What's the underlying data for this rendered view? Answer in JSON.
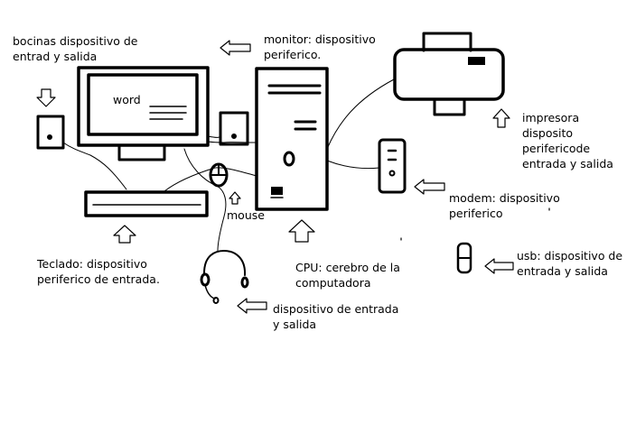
{
  "labels": {
    "bocinas": "bocinas dispositivo de\nentrad y salida",
    "monitor": "monitor: dispositivo\nperiferico.",
    "word": "word",
    "impresora": "impresora\ndisposito\nperifericode\nentrada y salida",
    "modem": "modem: dispositivo\nperiferico",
    "mouse": "mouse",
    "teclado": "Teclado: dispositivo\nperiferico de entrada.",
    "cpu": "CPU: cerebro de la\ncomputadora",
    "usb": "usb: dispositivo de\nentrada y salida",
    "audifonos": "dispositivo de entrada\ny salida"
  },
  "colors": {
    "ink": "#000000",
    "background": "#ffffff"
  }
}
